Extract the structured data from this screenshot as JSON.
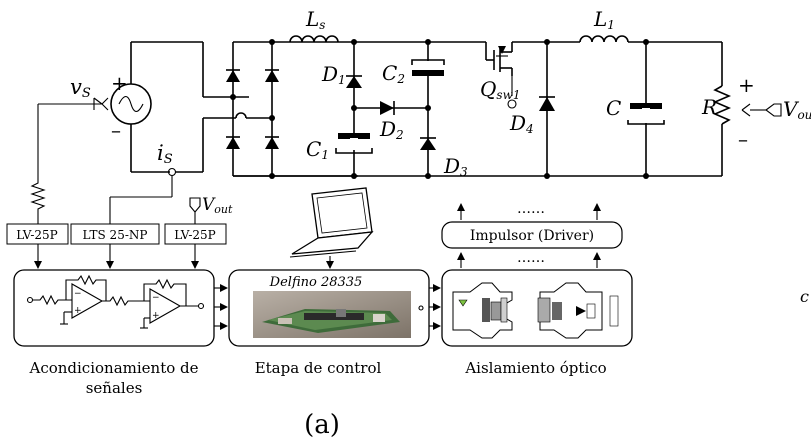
{
  "circuit": {
    "source_voltage_label": "v",
    "source_voltage_sub": "S",
    "source_current_label": "i",
    "source_current_sub": "S",
    "inductor_s": "L",
    "inductor_s_sub": "s",
    "inductor_1": "L",
    "inductor_1_sub": "1",
    "diode_1": "D",
    "diode_1_sub": "1",
    "diode_2": "D",
    "diode_2_sub": "2",
    "diode_3": "D",
    "diode_3_sub": "3",
    "diode_4": "D",
    "diode_4_sub": "4",
    "cap_1": "C",
    "cap_1_sub": "1",
    "cap_2": "C",
    "cap_2_sub": "2",
    "cap_out": "C",
    "switch": "Q",
    "switch_sub": "sw1",
    "resistor": "R",
    "vout": "V",
    "vout_sub": "out",
    "plus": "+",
    "minus": "–"
  },
  "sensors": {
    "voltage_in": "LV-25P",
    "current_in": "LTS 25-NP",
    "voltage_out": "LV-25P",
    "vout_label": "V",
    "vout_sub": "out"
  },
  "blocks": {
    "dsp_name": "Delfino 28335",
    "driver_label": "Impulsor (Driver)",
    "dots_top": "……",
    "dots_mid": "……",
    "cond_caption_1": "Acondicionamiento de",
    "cond_caption_2": "señales",
    "control_caption": "Etapa de control",
    "iso_caption": "Aislamiento óptico"
  },
  "figure_label": "(a)",
  "edge_letter": "c"
}
